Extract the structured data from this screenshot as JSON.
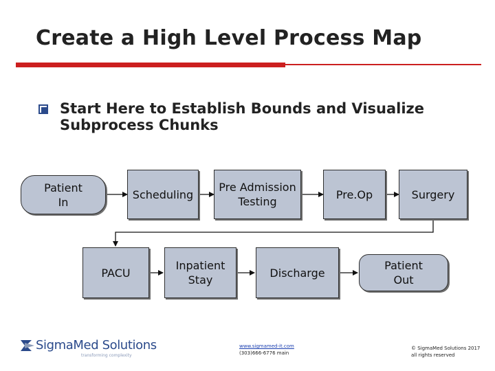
{
  "slide": {
    "title": "Create a High Level Process Map",
    "bullet": "Start Here to Establish Bounds and Visualize Subprocess Chunks"
  },
  "process_map": {
    "nodes": {
      "patient_in": "Patient\nIn",
      "scheduling": "Scheduling",
      "pre_admission": "Pre Admission\nTesting",
      "pre_op": "Pre.Op",
      "surgery": "Surgery",
      "pacu": "PACU",
      "inpatient_stay": "Inpatient\nStay",
      "discharge": "Discharge",
      "patient_out": "Patient\nOut"
    },
    "flow": [
      "Patient In",
      "Scheduling",
      "Pre Admission Testing",
      "Pre.Op",
      "Surgery",
      "PACU",
      "Inpatient Stay",
      "Discharge",
      "Patient Out"
    ]
  },
  "footer": {
    "company_name": "SigmaMed Solutions",
    "tagline": "transforming complexity",
    "website": "www.sigmamed-it.com",
    "phone": "(303)666-6776 main",
    "copyright_line1": "© SigmaMed Solutions 2017",
    "copyright_line2": "all rights reserved"
  },
  "colors": {
    "accent_red": "#cc1f1f",
    "node_fill": "#bcc4d3",
    "brand_blue": "#2b4a8b"
  }
}
